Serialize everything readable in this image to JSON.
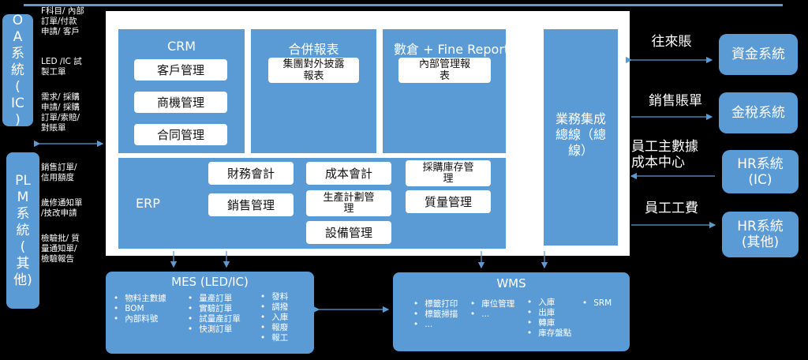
{
  "oa": {
    "chars": [
      "O",
      "A",
      "系",
      "統",
      "(",
      "IC",
      ")"
    ],
    "notes": [
      "F科目/ 內部\n訂單/付款\n申請/ 客戶",
      "LED /IC 試\n製工單",
      "需求/ 採購\n申請/ 採購\n訂單/索賠/\n對賬單"
    ]
  },
  "plm": {
    "chars": [
      "PL",
      "M",
      "系",
      "統",
      "(",
      "其",
      "他)"
    ],
    "notes": [
      "銷售訂單/\n信用額度",
      "歲修通知單\n/技改申請",
      "檢驗批/ 質\n量通知單/\n檢驗報告"
    ]
  },
  "crm": {
    "title": "CRM",
    "items": [
      "客戶管理",
      "商機管理",
      "合同管理"
    ]
  },
  "consolidated": {
    "title": "合併報表",
    "items": [
      "集團對外披露\n報表"
    ]
  },
  "warehouse": {
    "title": "數倉 + Fine Report",
    "items": [
      "內部管理報\n表"
    ]
  },
  "erp": {
    "title": "ERP",
    "items": [
      "財務會計",
      "成本會計",
      "採購庫存管\n理",
      "銷售管理",
      "生產計劃管\n理",
      "質量管理",
      "設備管理"
    ]
  },
  "bus": {
    "label": "業務集成\n總線（總\n線）"
  },
  "mes": {
    "title": "MES (LED/IC)",
    "col1": [
      "物料主數據",
      "BOM",
      "內部料號"
    ],
    "col2": [
      "量產訂單",
      "實驗訂單",
      "試量產訂單",
      "快測訂單"
    ],
    "col3": [
      "發料",
      "調撥",
      "入庫",
      "報廢",
      "報工"
    ]
  },
  "wms": {
    "title": "WMS",
    "col1": [
      "標籤打印",
      "標籤掃描",
      "..."
    ],
    "col2": [
      "庫位管理",
      "..."
    ],
    "col3": [
      "入庫",
      "出庫",
      "轉庫",
      "庫存盤點"
    ],
    "col4": [
      "SRM"
    ]
  },
  "right": {
    "labels": [
      "往來賬",
      "銷售賬單",
      "員工主數據\n成本中心",
      "員工工費"
    ],
    "systems": [
      "資金系統",
      "金稅系統",
      "HR系統\n(IC)",
      "HR系統\n(其他)"
    ]
  },
  "colors": {
    "accent": "#5b9bd5",
    "background": "#000000",
    "panel": "#ffffff"
  }
}
